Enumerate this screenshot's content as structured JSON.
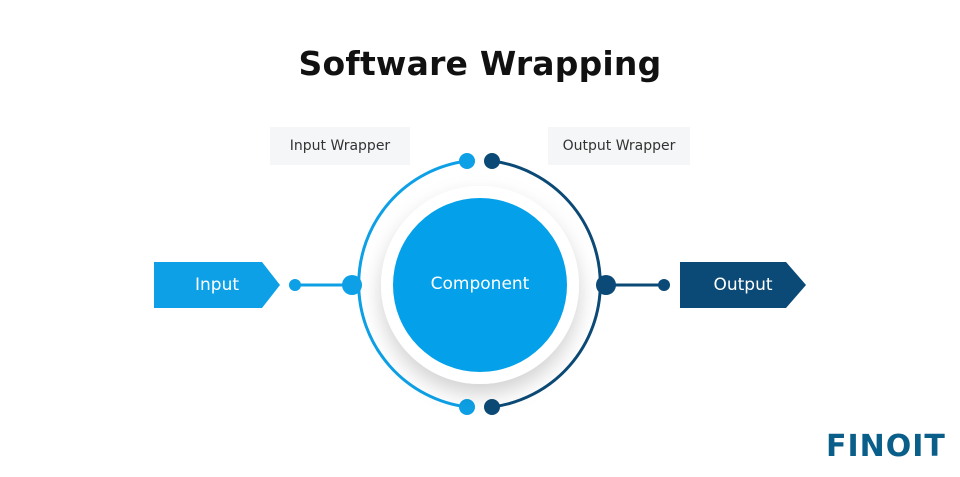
{
  "title": "Software Wrapping",
  "input_wrapper_label": "Input Wrapper",
  "output_wrapper_label": "Output Wrapper",
  "input_label": "Input",
  "output_label": "Output",
  "component_label": "Component",
  "logo_text": "FINOIT",
  "colors": {
    "light_blue": "#0da0e6",
    "dark_blue": "#0b4a76",
    "circle_blue": "#04a0ea",
    "tag_bg": "#f5f6f7"
  }
}
